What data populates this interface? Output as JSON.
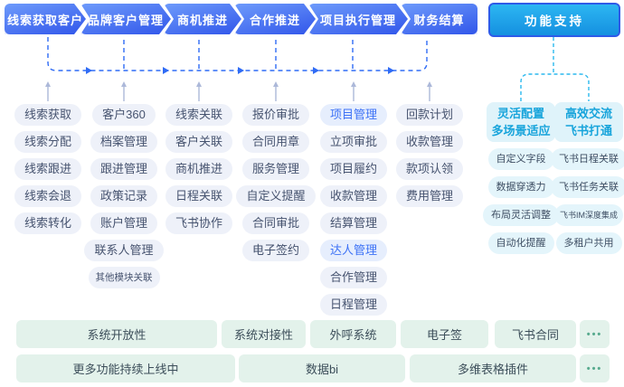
{
  "flow_stages": [
    {
      "label": "线索获取客户"
    },
    {
      "label": "品牌客户管理"
    },
    {
      "label": "商机推进"
    },
    {
      "label": "合作推进"
    },
    {
      "label": "项目执行管理"
    },
    {
      "label": "财务结算"
    }
  ],
  "support_button": {
    "label": "功能支持"
  },
  "columns": [
    {
      "items": [
        {
          "label": "线索获取"
        },
        {
          "label": "线索分配"
        },
        {
          "label": "线索跟进"
        },
        {
          "label": "线索会退"
        },
        {
          "label": "线索转化"
        }
      ]
    },
    {
      "items": [
        {
          "label": "客户360"
        },
        {
          "label": "档案管理"
        },
        {
          "label": "跟进管理"
        },
        {
          "label": "政策记录"
        },
        {
          "label": "账户管理"
        },
        {
          "label": "联系人管理"
        },
        {
          "label": "其他模块关联"
        }
      ]
    },
    {
      "items": [
        {
          "label": "线索关联"
        },
        {
          "label": "客户关联"
        },
        {
          "label": "商机推进"
        },
        {
          "label": "日程关联"
        },
        {
          "label": "飞书协作"
        }
      ]
    },
    {
      "items": [
        {
          "label": "报价审批"
        },
        {
          "label": "合同用章"
        },
        {
          "label": "服务管理"
        },
        {
          "label": "自定义提醒"
        },
        {
          "label": "合同审批"
        },
        {
          "label": "电子签约"
        }
      ]
    },
    {
      "items": [
        {
          "label": "项目管理",
          "highlight": true
        },
        {
          "label": "立项审批"
        },
        {
          "label": "项目履约"
        },
        {
          "label": "收款管理"
        },
        {
          "label": "结算管理"
        },
        {
          "label": "达人管理",
          "highlight": true
        },
        {
          "label": "合作管理"
        },
        {
          "label": "日程管理"
        }
      ]
    },
    {
      "items": [
        {
          "label": "回款计划"
        },
        {
          "label": "收款管理"
        },
        {
          "label": "款项认领"
        },
        {
          "label": "费用管理"
        }
      ]
    }
  ],
  "support_groups": [
    {
      "header_line1": "灵活配置",
      "header_line2": "多场景适应",
      "items": [
        {
          "label": "自定义字段"
        },
        {
          "label": "数据穿透力"
        },
        {
          "label": "布局灵活调整"
        },
        {
          "label": "自动化提醒"
        }
      ]
    },
    {
      "header_line1": "高效交流",
      "header_line2": "飞书打通",
      "items": [
        {
          "label": "飞书日程关联"
        },
        {
          "label": "飞书任务关联"
        },
        {
          "label": "飞书IM深度集成"
        },
        {
          "label": "多租户共用"
        }
      ]
    }
  ],
  "bottom": {
    "row1": [
      {
        "label": "系统开放性"
      },
      {
        "label": "系统对接性"
      },
      {
        "label": "外呼系统"
      },
      {
        "label": "电子签"
      },
      {
        "label": "飞书合同"
      },
      {
        "label": "•••"
      }
    ],
    "row2": [
      {
        "label": "更多功能持续上线中"
      },
      {
        "label": "数据bi"
      },
      {
        "label": "多维表格插件"
      },
      {
        "label": "•••"
      }
    ]
  },
  "colors": {
    "stage_gradient_start": "#6E9BFB",
    "stage_gradient_end": "#3156EA",
    "support_button_gradient_start": "#2CB6F2",
    "support_button_gradient_end": "#1590E0",
    "support_button_border": "#2E5BE8",
    "flow_connector_blue": "#2F6BF5",
    "support_connector_cyan": "#2CB9EE",
    "tick_gray": "#ACB8D9",
    "pill_bg": "#EEF1F9",
    "pill_text": "#46536F",
    "highlight_pill_bg": "#E6EEFD",
    "highlight_pill_text": "#3D72F6",
    "support_header_bg": "#DFF3FA",
    "support_header_text": "#17A4DB",
    "support_pill_bg": "#E4F5FB",
    "bottom_box_bg": "#E3F2EB",
    "bottom_box_text": "#3C4E5A",
    "bottom_dots": "#57AA8E"
  }
}
